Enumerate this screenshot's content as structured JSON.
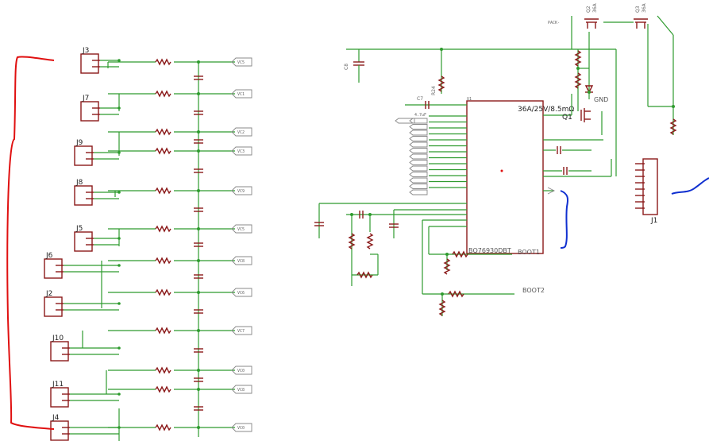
{
  "connectors_left": [
    {
      "ref": "J3"
    },
    {
      "ref": "J7"
    },
    {
      "ref": "J9"
    },
    {
      "ref": "J8"
    },
    {
      "ref": "J5"
    },
    {
      "ref": "J6"
    },
    {
      "ref": "J2"
    },
    {
      "ref": "J10"
    },
    {
      "ref": "J11"
    },
    {
      "ref": "J4"
    }
  ],
  "left_net_labels": [
    "VC5",
    "VC1",
    "VC2",
    "VC3",
    "VC9",
    "VC5",
    "VC8",
    "VC6",
    "VC7",
    "VC0",
    "VC8",
    "VC0"
  ],
  "ic": {
    "part": "BQ76930DBT",
    "rating": "36A/25V/8.5mΩ",
    "ref": "U1"
  },
  "right_connector": {
    "ref": "J1"
  },
  "transistors": [
    {
      "ref": "Q1"
    },
    {
      "ref": "Q2",
      "rating": "36A"
    },
    {
      "ref": "Q3",
      "rating": "36A"
    }
  ],
  "net_labels": {
    "boot1": "BOOT1",
    "boot2": "BOOT2",
    "gnd": "GND",
    "pack_minus": "PACK-"
  },
  "annotations": {
    "left_bracket_color": "#e01010",
    "right_marks_color": "#1030d0"
  },
  "colors": {
    "wire": "#2e9b2e",
    "part": "#8b1a1a",
    "text": "#555555"
  }
}
